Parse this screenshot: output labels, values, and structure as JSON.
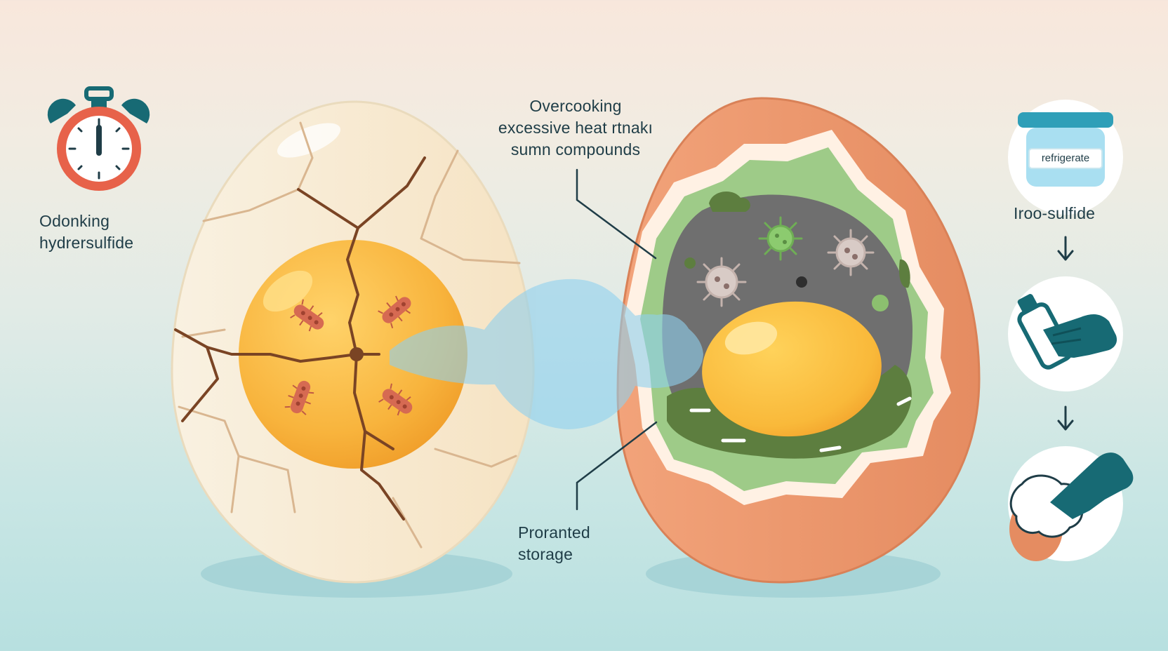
{
  "labels": {
    "top_left": [
      "Odonking",
      "hydrersulfide"
    ],
    "top_center": [
      "Overcooking",
      "excessive heat rtnakı",
      "sumn compounds"
    ],
    "bottom_center": [
      "Proranted",
      "storage"
    ],
    "right": "Iroo-sulfide",
    "refrigerate": "refrigerate"
  },
  "icons": {
    "timer": "stopwatch-icon",
    "refrigerator": "refrigerator-container-icon",
    "cleaning": "gloved-hand-bottle-icon",
    "wiping": "gloved-hand-wiping-egg-icon",
    "arrow": "arrow-down-icon",
    "bacteria": "bacteria-icon"
  },
  "colors": {
    "yolk": "#f6b43c",
    "fresh_shell": "#f6ead4",
    "crack": "#7a4424",
    "cooked_shell": "#e9946a",
    "green_white": "#9ecb88",
    "gray_ring": "#6e6e6e",
    "gas": "#8fd0ee",
    "accent_teal": "#176a74",
    "timer_red": "#e7624a"
  }
}
